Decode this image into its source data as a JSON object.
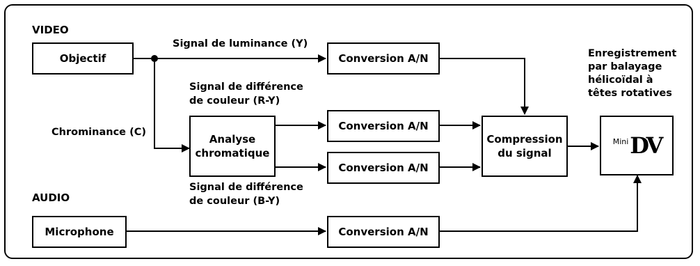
{
  "sections": {
    "video": "VIDEO",
    "audio": "AUDIO"
  },
  "boxes": {
    "objectif": "Objectif",
    "conv_y": "Conversion A/N",
    "analyse": [
      "Analyse",
      "chromatique"
    ],
    "conv_ry": "Conversion A/N",
    "conv_by": "Conversion A/N",
    "compression": [
      "Compression",
      "du signal"
    ],
    "microphone": "Microphone",
    "conv_audio": "Conversion A/N",
    "minidv": {
      "mini": "Mini",
      "dv": "DV"
    }
  },
  "labels": {
    "luminance": "Signal de luminance (Y)",
    "ry": [
      "Signal de différence",
      "de couleur (R-Y)"
    ],
    "chrominance": "Chrominance (C)",
    "by": [
      "Signal de différence",
      "de couleur (B-Y)"
    ],
    "enregistrement": [
      "Enregistrement",
      "par balayage",
      "hélicoïdal à",
      "têtes rotatives"
    ]
  }
}
